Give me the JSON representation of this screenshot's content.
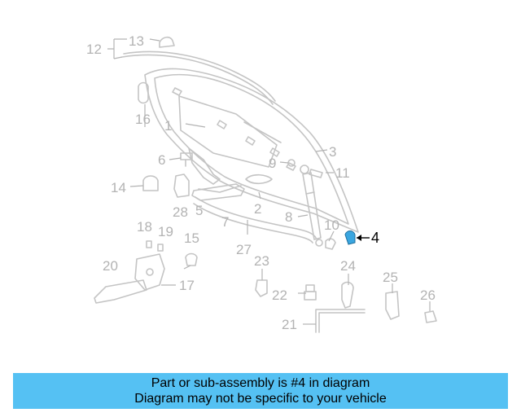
{
  "diagram": {
    "callouts": [
      "1",
      "2",
      "3",
      "4",
      "5",
      "6",
      "7",
      "8",
      "9",
      "10",
      "11",
      "12",
      "13",
      "14",
      "15",
      "16",
      "17",
      "18",
      "19",
      "20",
      "21",
      "22",
      "23",
      "24",
      "25",
      "26",
      "27",
      "28"
    ],
    "highlighted_callout": "4",
    "highlight_color": "#3aa6e0"
  },
  "banner": {
    "line1": "Part or sub-assembly is #4 in diagram",
    "line2": "Diagram may not be specific to your vehicle",
    "background": "#55c1f3"
  }
}
